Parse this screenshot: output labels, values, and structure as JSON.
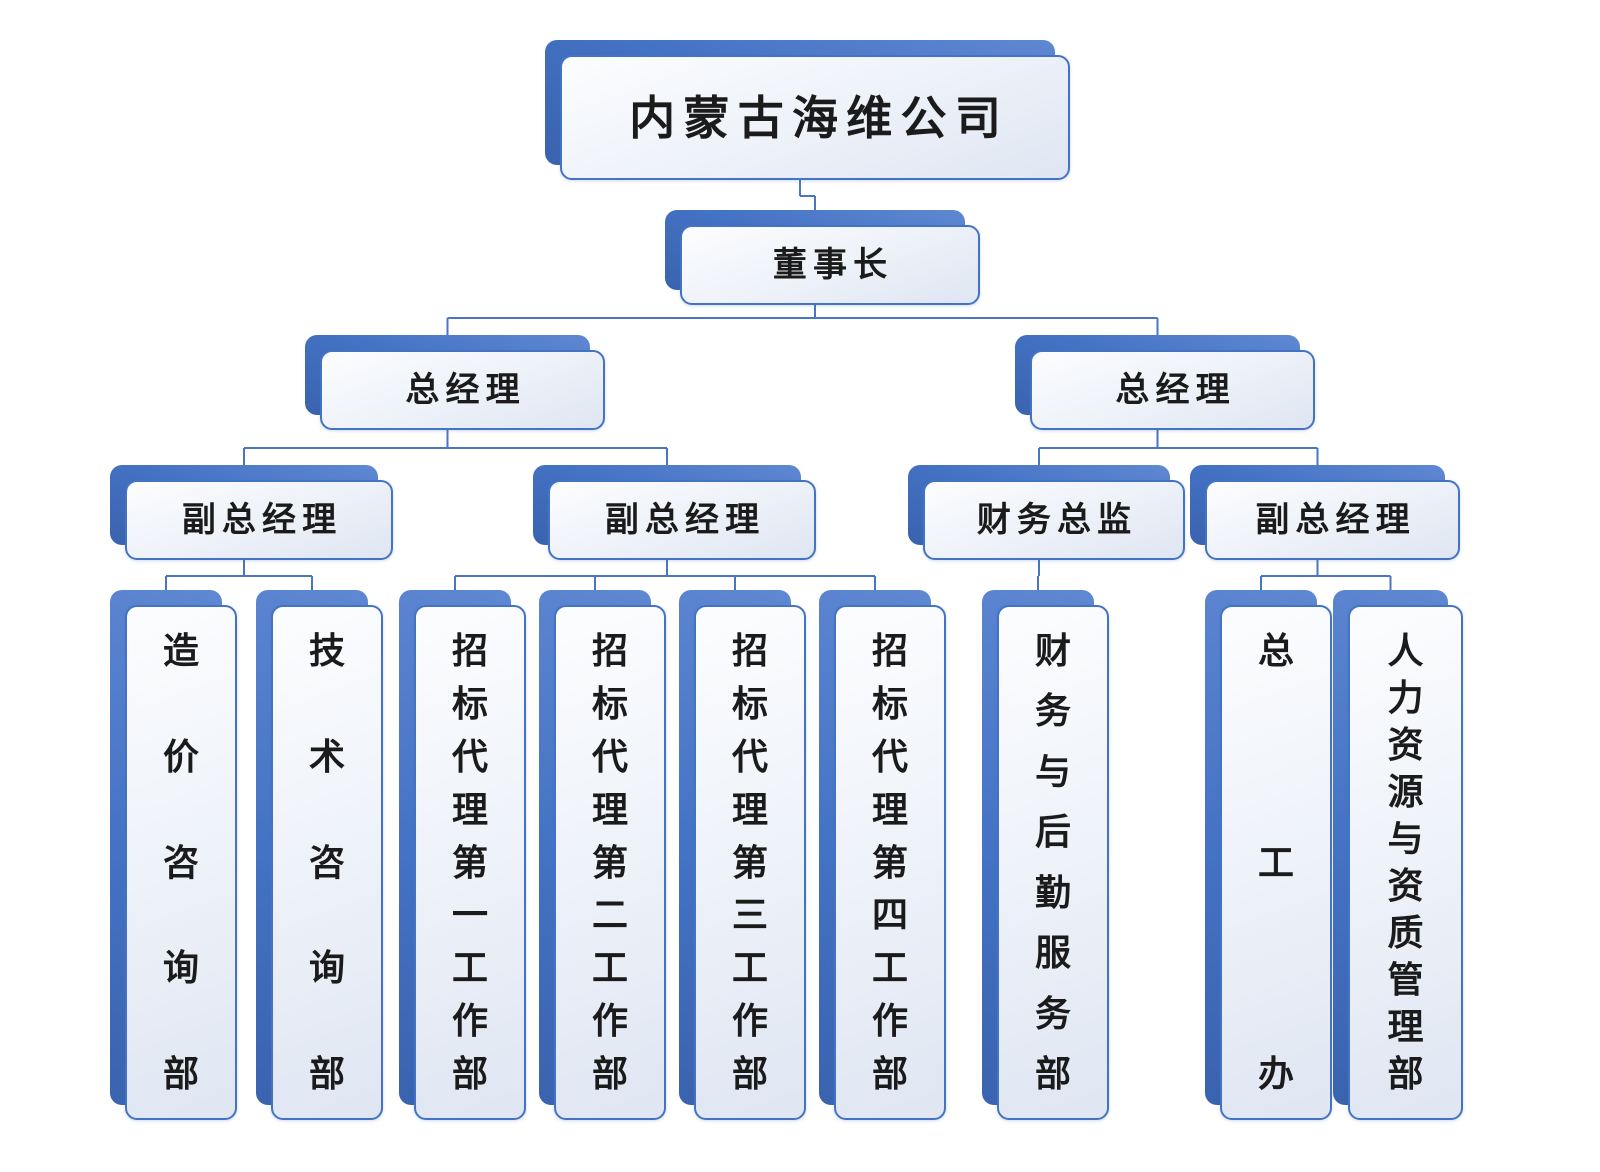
{
  "colors": {
    "accent": "#4472C4",
    "accent_dark": "#3A63AE",
    "accent_light": "#5F88D2",
    "border": "#4573C4",
    "connector": "#4A76C1",
    "face_top": "#FCFDFE",
    "face_mid": "#EEF2F9",
    "face_bottom": "#DFE6F2",
    "text": "#1B1B1B",
    "background": "#FFFFFF"
  },
  "org": {
    "nodes": [
      {
        "id": "root",
        "label": "内蒙古海维公司",
        "orientation": "horizontal",
        "parent": null
      },
      {
        "id": "chairman",
        "label": "董事长",
        "orientation": "horizontal",
        "parent": "root"
      },
      {
        "id": "gm_left",
        "label": "总经理",
        "orientation": "horizontal",
        "parent": "chairman"
      },
      {
        "id": "gm_right",
        "label": "总经理",
        "orientation": "horizontal",
        "parent": "chairman"
      },
      {
        "id": "vp1",
        "label": "副总经理",
        "orientation": "horizontal",
        "parent": "gm_left"
      },
      {
        "id": "vp2",
        "label": "副总经理",
        "orientation": "horizontal",
        "parent": "gm_left"
      },
      {
        "id": "cfo",
        "label": "财务总监",
        "orientation": "horizontal",
        "parent": "gm_right"
      },
      {
        "id": "vp3",
        "label": "副总经理",
        "orientation": "horizontal",
        "parent": "gm_right"
      },
      {
        "id": "dept_cost",
        "label": "造价咨询部",
        "orientation": "vertical",
        "parent": "vp1"
      },
      {
        "id": "dept_tech",
        "label": "技术咨询部",
        "orientation": "vertical",
        "parent": "vp1"
      },
      {
        "id": "dept_bid1",
        "label": "招标代理第一工作部",
        "orientation": "vertical",
        "parent": "vp2"
      },
      {
        "id": "dept_bid2",
        "label": "招标代理第二工作部",
        "orientation": "vertical",
        "parent": "vp2"
      },
      {
        "id": "dept_bid3",
        "label": "招标代理第三工作部",
        "orientation": "vertical",
        "parent": "vp2"
      },
      {
        "id": "dept_bid4",
        "label": "招标代理第四工作部",
        "orientation": "vertical",
        "parent": "vp2"
      },
      {
        "id": "dept_finance",
        "label": "财务与后勤服务部",
        "orientation": "vertical",
        "parent": "cfo"
      },
      {
        "id": "dept_chief_office",
        "label": "总工办",
        "orientation": "vertical",
        "parent": "vp3"
      },
      {
        "id": "dept_hr",
        "label": "人力资源与资质管理部",
        "orientation": "vertical",
        "parent": "vp3"
      }
    ]
  }
}
